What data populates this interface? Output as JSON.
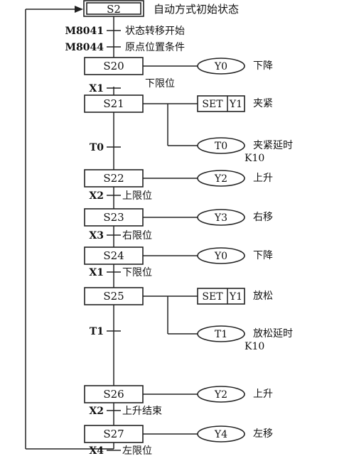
{
  "initial_step": {
    "id": "S2",
    "label": "自动方式初始状态"
  },
  "transitions": [
    {
      "contact": "M8041",
      "label": "状态转移开始"
    },
    {
      "contact": "M8044",
      "label": "原点位置条件"
    },
    {
      "contact": "X1",
      "label": "下限位"
    },
    {
      "contact": "T0",
      "label": ""
    },
    {
      "contact": "X2",
      "label": "上限位"
    },
    {
      "contact": "X3",
      "label": "右限位"
    },
    {
      "contact": "X1",
      "label": "下限位"
    },
    {
      "contact": "T1",
      "label": ""
    },
    {
      "contact": "X2",
      "label": "上升结束"
    },
    {
      "contact": "X4",
      "label": "左限位"
    }
  ],
  "steps": [
    {
      "id": "S20",
      "actions": [
        {
          "kind": "coil",
          "output": "Y0",
          "label": "下降"
        }
      ]
    },
    {
      "id": "S21",
      "actions": [
        {
          "kind": "set",
          "instr": "SET",
          "output": "Y1",
          "label": "夹紧"
        },
        {
          "kind": "coil",
          "output": "T0",
          "label": "夹紧延时",
          "param": "K10"
        }
      ]
    },
    {
      "id": "S22",
      "actions": [
        {
          "kind": "coil",
          "output": "Y2",
          "label": "上升"
        }
      ]
    },
    {
      "id": "S23",
      "actions": [
        {
          "kind": "coil",
          "output": "Y3",
          "label": "右移"
        }
      ]
    },
    {
      "id": "S24",
      "actions": [
        {
          "kind": "coil",
          "output": "Y0",
          "label": "下降"
        }
      ]
    },
    {
      "id": "S25",
      "actions": [
        {
          "kind": "set",
          "instr": "SET",
          "output": "Y1",
          "label": "放松"
        },
        {
          "kind": "coil",
          "output": "T1",
          "label": "放松延时",
          "param": "K10"
        }
      ]
    },
    {
      "id": "S26",
      "actions": [
        {
          "kind": "coil",
          "output": "Y2",
          "label": "上升"
        }
      ]
    },
    {
      "id": "S27",
      "actions": [
        {
          "kind": "coil",
          "output": "Y4",
          "label": "左移"
        }
      ]
    }
  ]
}
